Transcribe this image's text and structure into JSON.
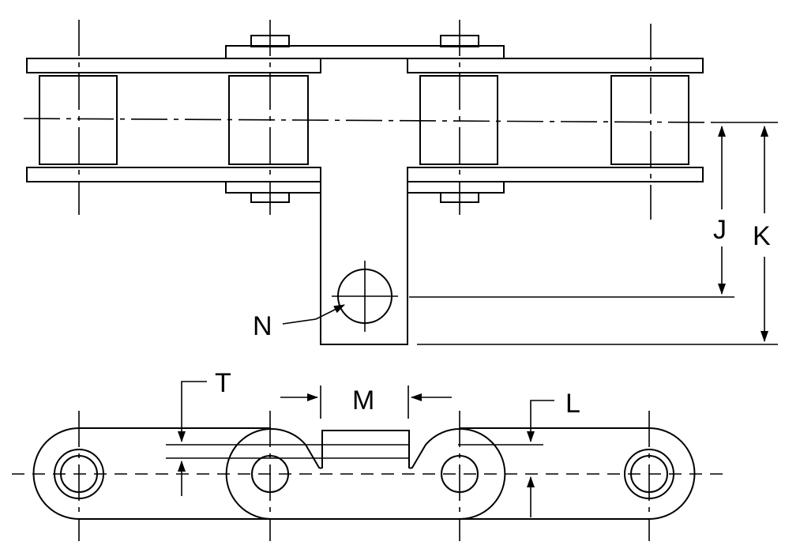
{
  "labels": {
    "J": "J",
    "K": "K",
    "N": "N",
    "T": "T",
    "M": "M",
    "L": "L"
  },
  "colors": {
    "line": "#000000",
    "background": "#ffffff"
  }
}
